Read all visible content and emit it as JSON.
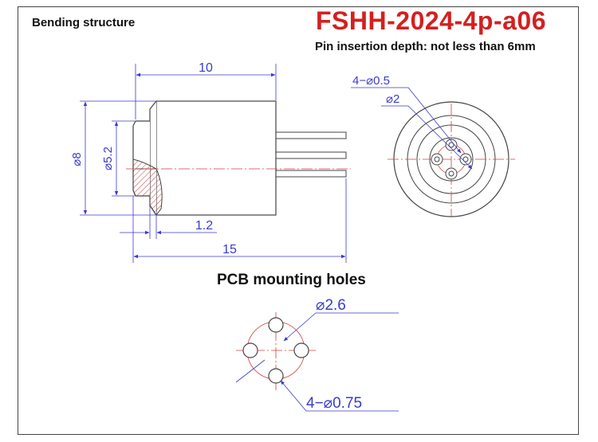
{
  "header": {
    "section_label": "Bending structure",
    "model": "FSHH-2024-4p-a06",
    "note": "Pin insertion depth: not less than 6mm"
  },
  "side_view": {
    "dim_body_length": "10",
    "dim_diameter_outer": "⌀8",
    "dim_diameter_inner": "⌀5.2",
    "dim_step": "1.2",
    "dim_total_length": "15"
  },
  "front_view": {
    "dim_pin_holes": "4−⌀0.5",
    "dim_pin_circle": "⌀2"
  },
  "pcb": {
    "title": "PCB mounting holes",
    "dim_hole_circle": "⌀2.6",
    "dim_holes": "4−⌀0.75"
  },
  "colors": {
    "title_red": "#d32020",
    "dimension_blue": "#3a3ad0",
    "centerline_red": "#d04040",
    "hatch_red": "#c04040"
  }
}
